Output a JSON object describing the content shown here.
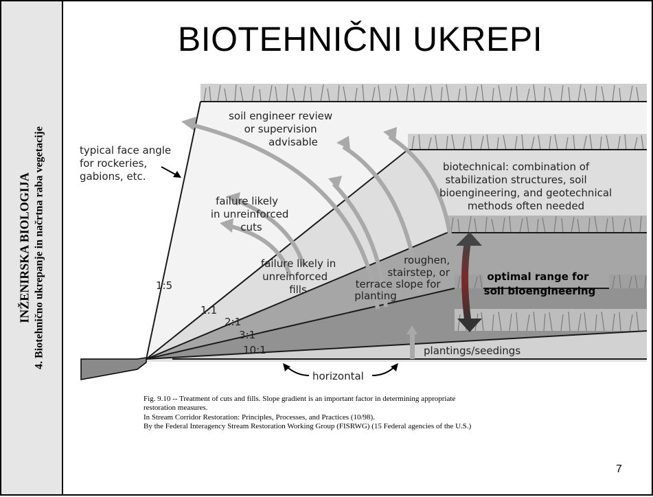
{
  "sidebar": {
    "line1": "INŽENIRSKA BIOLOGIJA",
    "line2": "4. Biotehnično ukrepanje in načrtna raba vegetacije"
  },
  "title": "BIOTEHNIČNI UKREPI",
  "diagram": {
    "typical_face": [
      "typical face angle",
      "for rockeries,",
      "gabions, etc."
    ],
    "soil_engineer": [
      "soil engineer review",
      "or supervision",
      "advisable"
    ],
    "biotechnical": [
      "biotechnical:  combination of",
      "stabilization structures, soil",
      "bioengineering, and geotechnical",
      "methods often needed"
    ],
    "failure_cuts": [
      "failure likely",
      "in unreinforced",
      "cuts"
    ],
    "failure_fills": [
      "failure likely in",
      "unreinforced",
      "fills"
    ],
    "roughen": [
      "roughen,",
      "stairstep, or",
      "terrace slope for",
      "planting"
    ],
    "optimal": [
      "optimal range for",
      "soil bioengineering"
    ],
    "plantings": "plantings/seedings",
    "horizontal": "horizontal",
    "slopes": {
      "s15": "1:5",
      "s11": "1:1",
      "s21": "2:1",
      "s31": "3:1",
      "s101": "10:1"
    }
  },
  "caption": {
    "line1": "Fig. 9.10 -- Treatment of cuts and fills.  Slope gradient is an important factor in determining appropriate",
    "line2": "restoration measures.",
    "line3": "In Stream Corridor Restoration:  Principles, Processes, and Practices (10/98).",
    "line4": "By the Federal Interagency Stream Restoration Working Group (FISRWG) (15 Federal agencies of the U.S.)"
  },
  "page_number": "7"
}
